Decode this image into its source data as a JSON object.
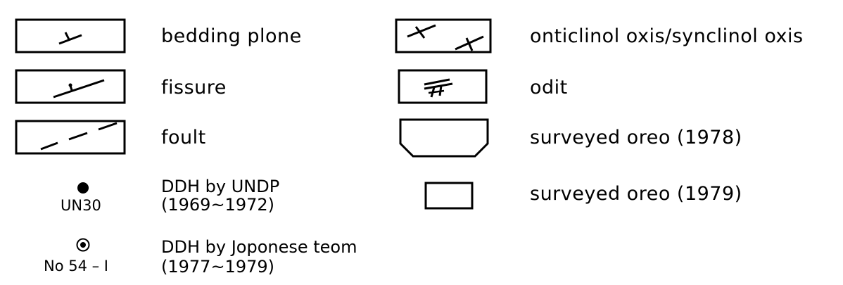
{
  "legend": {
    "left": [
      {
        "symbol": "bedding-plane",
        "label": "bedding plone"
      },
      {
        "symbol": "fissure",
        "label": "fissure"
      },
      {
        "symbol": "fault",
        "label": "foult"
      },
      {
        "symbol": "ddh-undp",
        "code": "UN30",
        "line1": "DDH by UNDP",
        "line2": "(1969~1972)"
      },
      {
        "symbol": "ddh-japanese",
        "code": "No 54 – I",
        "line1": "DDH by Joponese teom",
        "line2": "(1977~1979)"
      }
    ],
    "right": [
      {
        "symbol": "anticlinal-synclinal-axis",
        "label": "onticlinol oxis/synclinol oxis"
      },
      {
        "symbol": "adit",
        "label": "odit"
      },
      {
        "symbol": "surveyed-1978",
        "label": "surveyed  oreo  (1978)"
      },
      {
        "symbol": "surveyed-1979",
        "label": "surveyed  oreo  (1979)"
      }
    ]
  }
}
